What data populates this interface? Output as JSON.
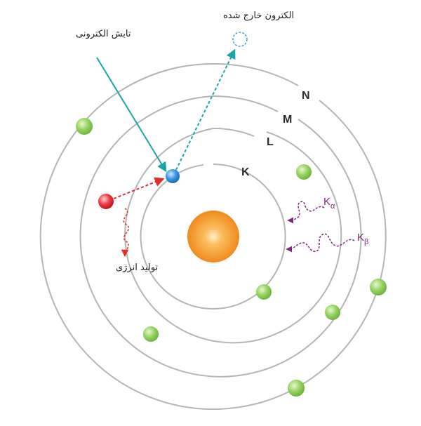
{
  "labels": {
    "incident_beam": "تابش الکترونی",
    "ejected_electron": "الکترون خارج شده",
    "energy_production": "تولید انرژی"
  },
  "shells": {
    "k": "K",
    "l": "L",
    "m": "M",
    "n": "N"
  },
  "emissions": {
    "k_alpha_main": "K",
    "k_alpha_sub": "α",
    "k_beta_main": "K",
    "k_beta_sub": "β"
  },
  "colors": {
    "shell": "#b5b5b5",
    "incident": "#1aa5a8",
    "ejected": "#1aa5a8",
    "transition": "#e0302b",
    "emission": "#7a2a7a",
    "green_electron": "#8fd15a",
    "blue_electron": "#2f8fd8",
    "red_electron": "#e8303a",
    "nucleus": "#f7a23c"
  }
}
